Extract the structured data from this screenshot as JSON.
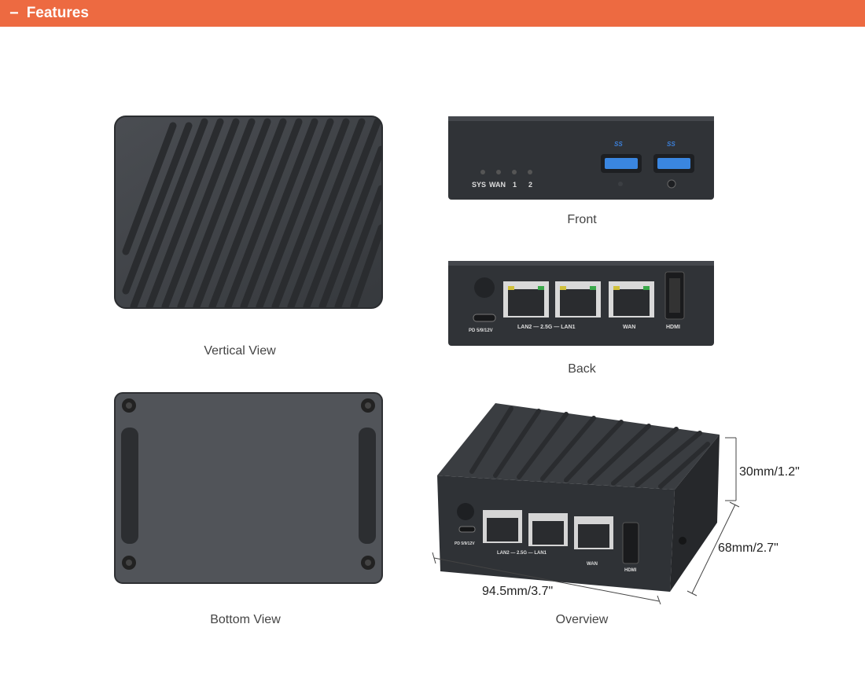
{
  "header": {
    "title": "Features",
    "collapse_icon": "minus-icon"
  },
  "views": {
    "vertical": {
      "caption": "Vertical View"
    },
    "front": {
      "caption": "Front",
      "led_labels": [
        "SYS",
        "WAN",
        "1",
        "2"
      ],
      "usb_label": "SS"
    },
    "back": {
      "caption": "Back",
      "power_label": "PD 5/9/12V",
      "lan_label": "LAN2 — 2.5G — LAN1",
      "wan_label": "WAN",
      "hdmi_label": "HDMI"
    },
    "bottom": {
      "caption": "Bottom View"
    },
    "overview": {
      "caption": "Overview",
      "height_dim": "30mm/1.2\"",
      "depth_dim": "68mm/2.7\"",
      "width_dim": "94.5mm/3.7\"",
      "power_label": "PD 5/9/12V",
      "lan_label": "LAN2 — 2.5G — LAN1",
      "wan_label": "WAN",
      "hdmi_label": "HDMI"
    }
  }
}
